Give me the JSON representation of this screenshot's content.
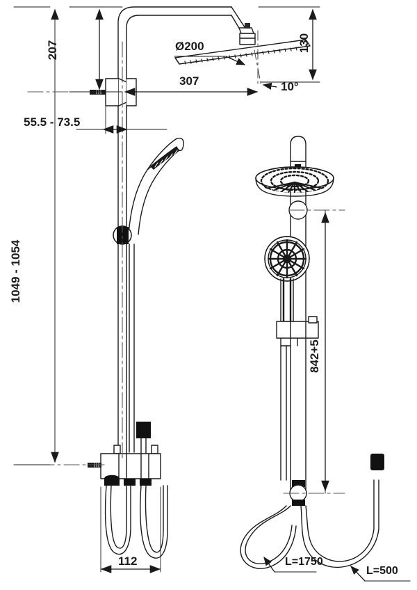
{
  "drawing": {
    "title": "Shower column technical dimension drawing",
    "units": "mm",
    "line_color": "#1a1a1a",
    "fill_color": "#ffffff",
    "accent_dark": "#111111",
    "views": [
      {
        "name": "side-elevation",
        "position": "left"
      },
      {
        "name": "front-elevation",
        "position": "right"
      }
    ]
  },
  "dimensions": {
    "overall_height": "1049 - 1054",
    "riser_top_to_bracket": "207",
    "wall_to_bracket": "55.5 - 73.5",
    "head_arm_reach": "307",
    "head_drop": "130",
    "head_diameter": "Ø200",
    "head_angle": "10°",
    "base_width": "112",
    "rail_height": "842+5"
  },
  "labels": {
    "hose_long": "L=1750",
    "hose_short": "L=500"
  }
}
